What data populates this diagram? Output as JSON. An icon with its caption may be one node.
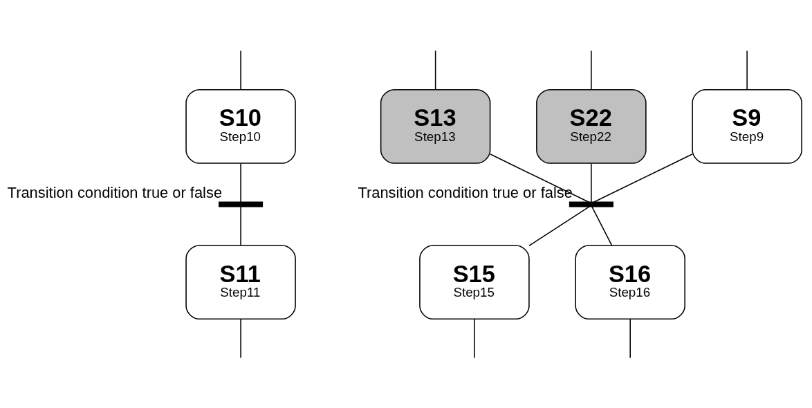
{
  "diagram": {
    "nodes": [
      {
        "text": [
          "S10",
          "Step10"
        ]
      },
      {
        "text": [
          "S9",
          "Step9"
        ]
      },
      {
        "text": [
          "S13",
          "Step13"
        ]
      },
      {
        "text": [
          "S22",
          "Step22"
        ]
      },
      {
        "text": [],
        "shape": "bar",
        "beside": [
          "Transition condition true or false"
        ]
      },
      {
        "text": [],
        "shape": "bar",
        "beside": [
          "Transition condition true or false"
        ]
      },
      {
        "text": [
          "S11",
          "Step11"
        ]
      },
      {
        "text": [
          "S15",
          "Step15"
        ]
      },
      {
        "text": [
          "S16",
          "Step16"
        ]
      }
    ],
    "edges": [
      {
        "from": null,
        "to": 0,
        "arrow": "none"
      },
      {
        "from": null,
        "to": 1,
        "arrow": "none"
      },
      {
        "from": null,
        "to": 2,
        "arrow": "none"
      },
      {
        "from": null,
        "to": 3,
        "arrow": "none"
      },
      {
        "from": 0,
        "to": 4,
        "arrow": "none"
      },
      {
        "from": 4,
        "to": 6,
        "arrow": "none"
      },
      {
        "from": 1,
        "to": 5,
        "arrow": "none"
      },
      {
        "from": 2,
        "to": 5,
        "arrow": "none"
      },
      {
        "from": 3,
        "to": 5,
        "arrow": "none"
      },
      {
        "from": 5,
        "to": 7,
        "arrow": "none"
      },
      {
        "from": 5,
        "to": 8,
        "arrow": "none"
      },
      {
        "from": 6,
        "to": null,
        "arrow": "none"
      },
      {
        "from": 7,
        "to": null,
        "arrow": "none"
      },
      {
        "from": 8,
        "to": null,
        "arrow": "none"
      }
    ]
  }
}
